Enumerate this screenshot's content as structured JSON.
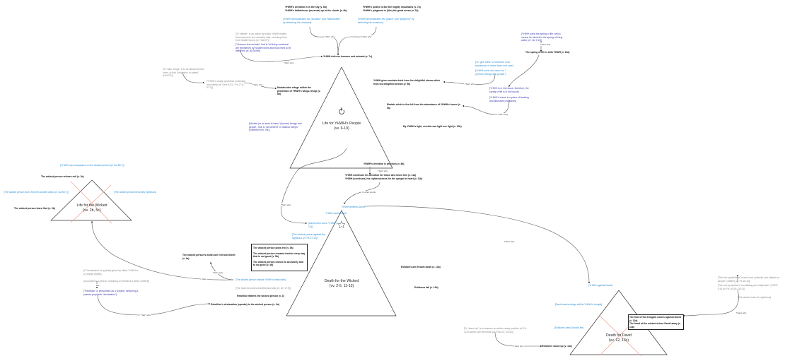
{
  "triangles": {
    "top": {
      "title": "Life for YHWH's People",
      "verses": "(vv. 6-10)"
    },
    "left": {
      "title": "Life for the Wicked",
      "verses": "(vv. 2b, 5c)"
    },
    "middle": {
      "title": "Death for the Wicked",
      "verses": "(vv. 2-5, 11-13)"
    },
    "right": {
      "title": "Death for David",
      "verses": "(vv. 12, 13c)"
    }
  },
  "links": {
    "thats_why": "That's why",
    "in_other_words": "In other words",
    "but": "But",
    "also": "Also"
  },
  "top": {
    "devotion_sky": "YHWH's devotion is in the sky (v. 6a)",
    "faithfulness_clouds": "YHWH's faithfulness (ascends) up to the clouds (v. 6b)",
    "demonstrates_devotion": "[YHWH demonstrates his \"devotion\" and \"faithfulness\" by delivering his creatures]",
    "justice_mountains": "YHWH's justice is like the mighty mountains (v. 7a)",
    "judgment_ocean": "YHWH's judgment is (like) the great ocean (v. 7b)",
    "demonstrates_justice": "[YHWH demonstrates his \"justice\" and \"judgment\" by delivering his creatures]",
    "delivers": "YHWH delivers humans and animals (v. 7c)",
    "deliver_note": "[To \"deliver\" is an action by which YHWH makes them (humans and animals) safe, rescuing them from hostile forces (cf. HALOT)]",
    "humans_note": "[\"Humans and animals\" that is \"all living creatures\" are threatened by hostile forces and thus need to be delivered (cf. all 36:6b)]",
    "refuge_note": "[To \"take refuge\" is to be delivered from harm, to find \"protection or safety\" (HALOT)]",
    "wings_note": "[YHWH's wings symbolize protection and safety (cf. Deut 32:11; Ps 17:8; 57:2)]",
    "take_refuge": "Mortals take refuge within the protection of YHWH's wings-refuge (v. 8b)",
    "mortals_note": "[Mortals (or as seek to harm \"(human) beings and people,\" that is \"all sentient\" or rational beings\" (Roberts/Firth: 7f8)]",
    "spring_owner": "[YHWH owns the spring of life, which means he himself is the spring of living water (cf. Jer 2:13)]",
    "spring_of_life": "The spring of life is with YHWH (v. 10a)",
    "give_drink_note": "[To \"give drink\" to someone is an expression of divine favor and care]",
    "owns_cares": "[YHWH owns and cares for \"(human) beings and people\"]",
    "gives_drink": "YHWH gives mortals drink from his delightful stream drink from his delightful stream (v. 9b)",
    "in_house": "[YHWH is in his house; therefore, the spring of life is in his house]",
    "house_feast": "[YHWH's house is a place of feasting and abundant provisions]",
    "drink_full": "Mortals drink to the full from the abundance of YHWH's house (v. 9a)",
    "light": "By YHWH's light, mortals can light see light (v. 10b)"
  },
  "left": {
    "compassion": "[YHWH has compassion on the wicked person (cf. Isa 55:7)]",
    "refuses_evil": "The wicked person refuses evil (v. 5c)",
    "turns": "[The wicked person turns from his wicked ways (cf. Isa 55:7)]",
    "becomes_righteous": "[The wicked person becomes righteous]",
    "fears_god": "The wicked person fears God (v. 2b)"
  },
  "middle": {
    "devotion_precious": "YHWH's devotion is precious (v. 8a)",
    "continues_devotion": "YHWH continues his devotion for those who know him (v. 11a)",
    "continues_righteousness": "YHWH (continues) his righteousness for the upright in heart (v. 11b)",
    "delivers_david": "YHWH delivers David",
    "saves_david": "YHWH saves David",
    "cries_out": "[David cries out to YHWH (v. 13)]",
    "against_righteous": "[The wicked person against the righteous (cf. Ps 37:12)]",
    "box": [
      "The wicked person plots evil (v. 5a)",
      "The wicked person remains beside every way that is not good (v. 5b)",
      "The wicked person ceases to act wisely and to do good (v. 4b)"
    ],
    "words_evil": "The wicked person's words are evil and deceit (v. 4a)",
    "rejects": "[The wicked person rejects YHWH's instruction]",
    "heart": "[The heart becomes deceitful and sick (cf. Jer 17:9)]",
    "flatters": "Rebellion flatters the wicked person (v. 3)",
    "declaration": "Rebellion's declaration (speaks) to the wicked person (v. 2a)",
    "declaration_note": "[A \"declaration\" is typically given by either YHWH or a prophet (BDB)]",
    "prophet_note": "[A prophet is a person \"speaking on behalf of a deity\" (SDBH)]",
    "personified": "[\"Rebellion\" is personified as a prophet, delivering a pseudo-prophetic \"declaration\"]",
    "thrown_down": "Evildoers are thrown down (v. 13a)",
    "fall": "Evildoers fall (v. 13b)"
  },
  "right": {
    "against_david": "(YHWH against David)",
    "seeks_refuge": "[David seeks refuge with/in YHWH's temple]",
    "seek_life": "[Evildoers seek David's life]",
    "stand_note": "[To \"stand up\" is to assume an action-ready position (cf. Ps 12:6) which can be hostile (cf. Psa 3:2; 18:40)]",
    "stood_up": "Evildoers stood up (v. 14c)",
    "box": [
      "The foot of the arrogant comes against David (v. 12a)",
      "The hand of the wicked drives David away (v. 12b)"
    ],
    "foot_control": "[The foot symbolizes \"control and authority over objects or people\" (SDBH) (cf. Ps 18:12)]",
    "foot_humiliation": "[The foot symbolizes \"humiliating and subjection\" (TDOT, 3:5) (cf. Ps 18:39; 110:1)]",
    "hate": "[The wicked hate the righteous]"
  }
}
